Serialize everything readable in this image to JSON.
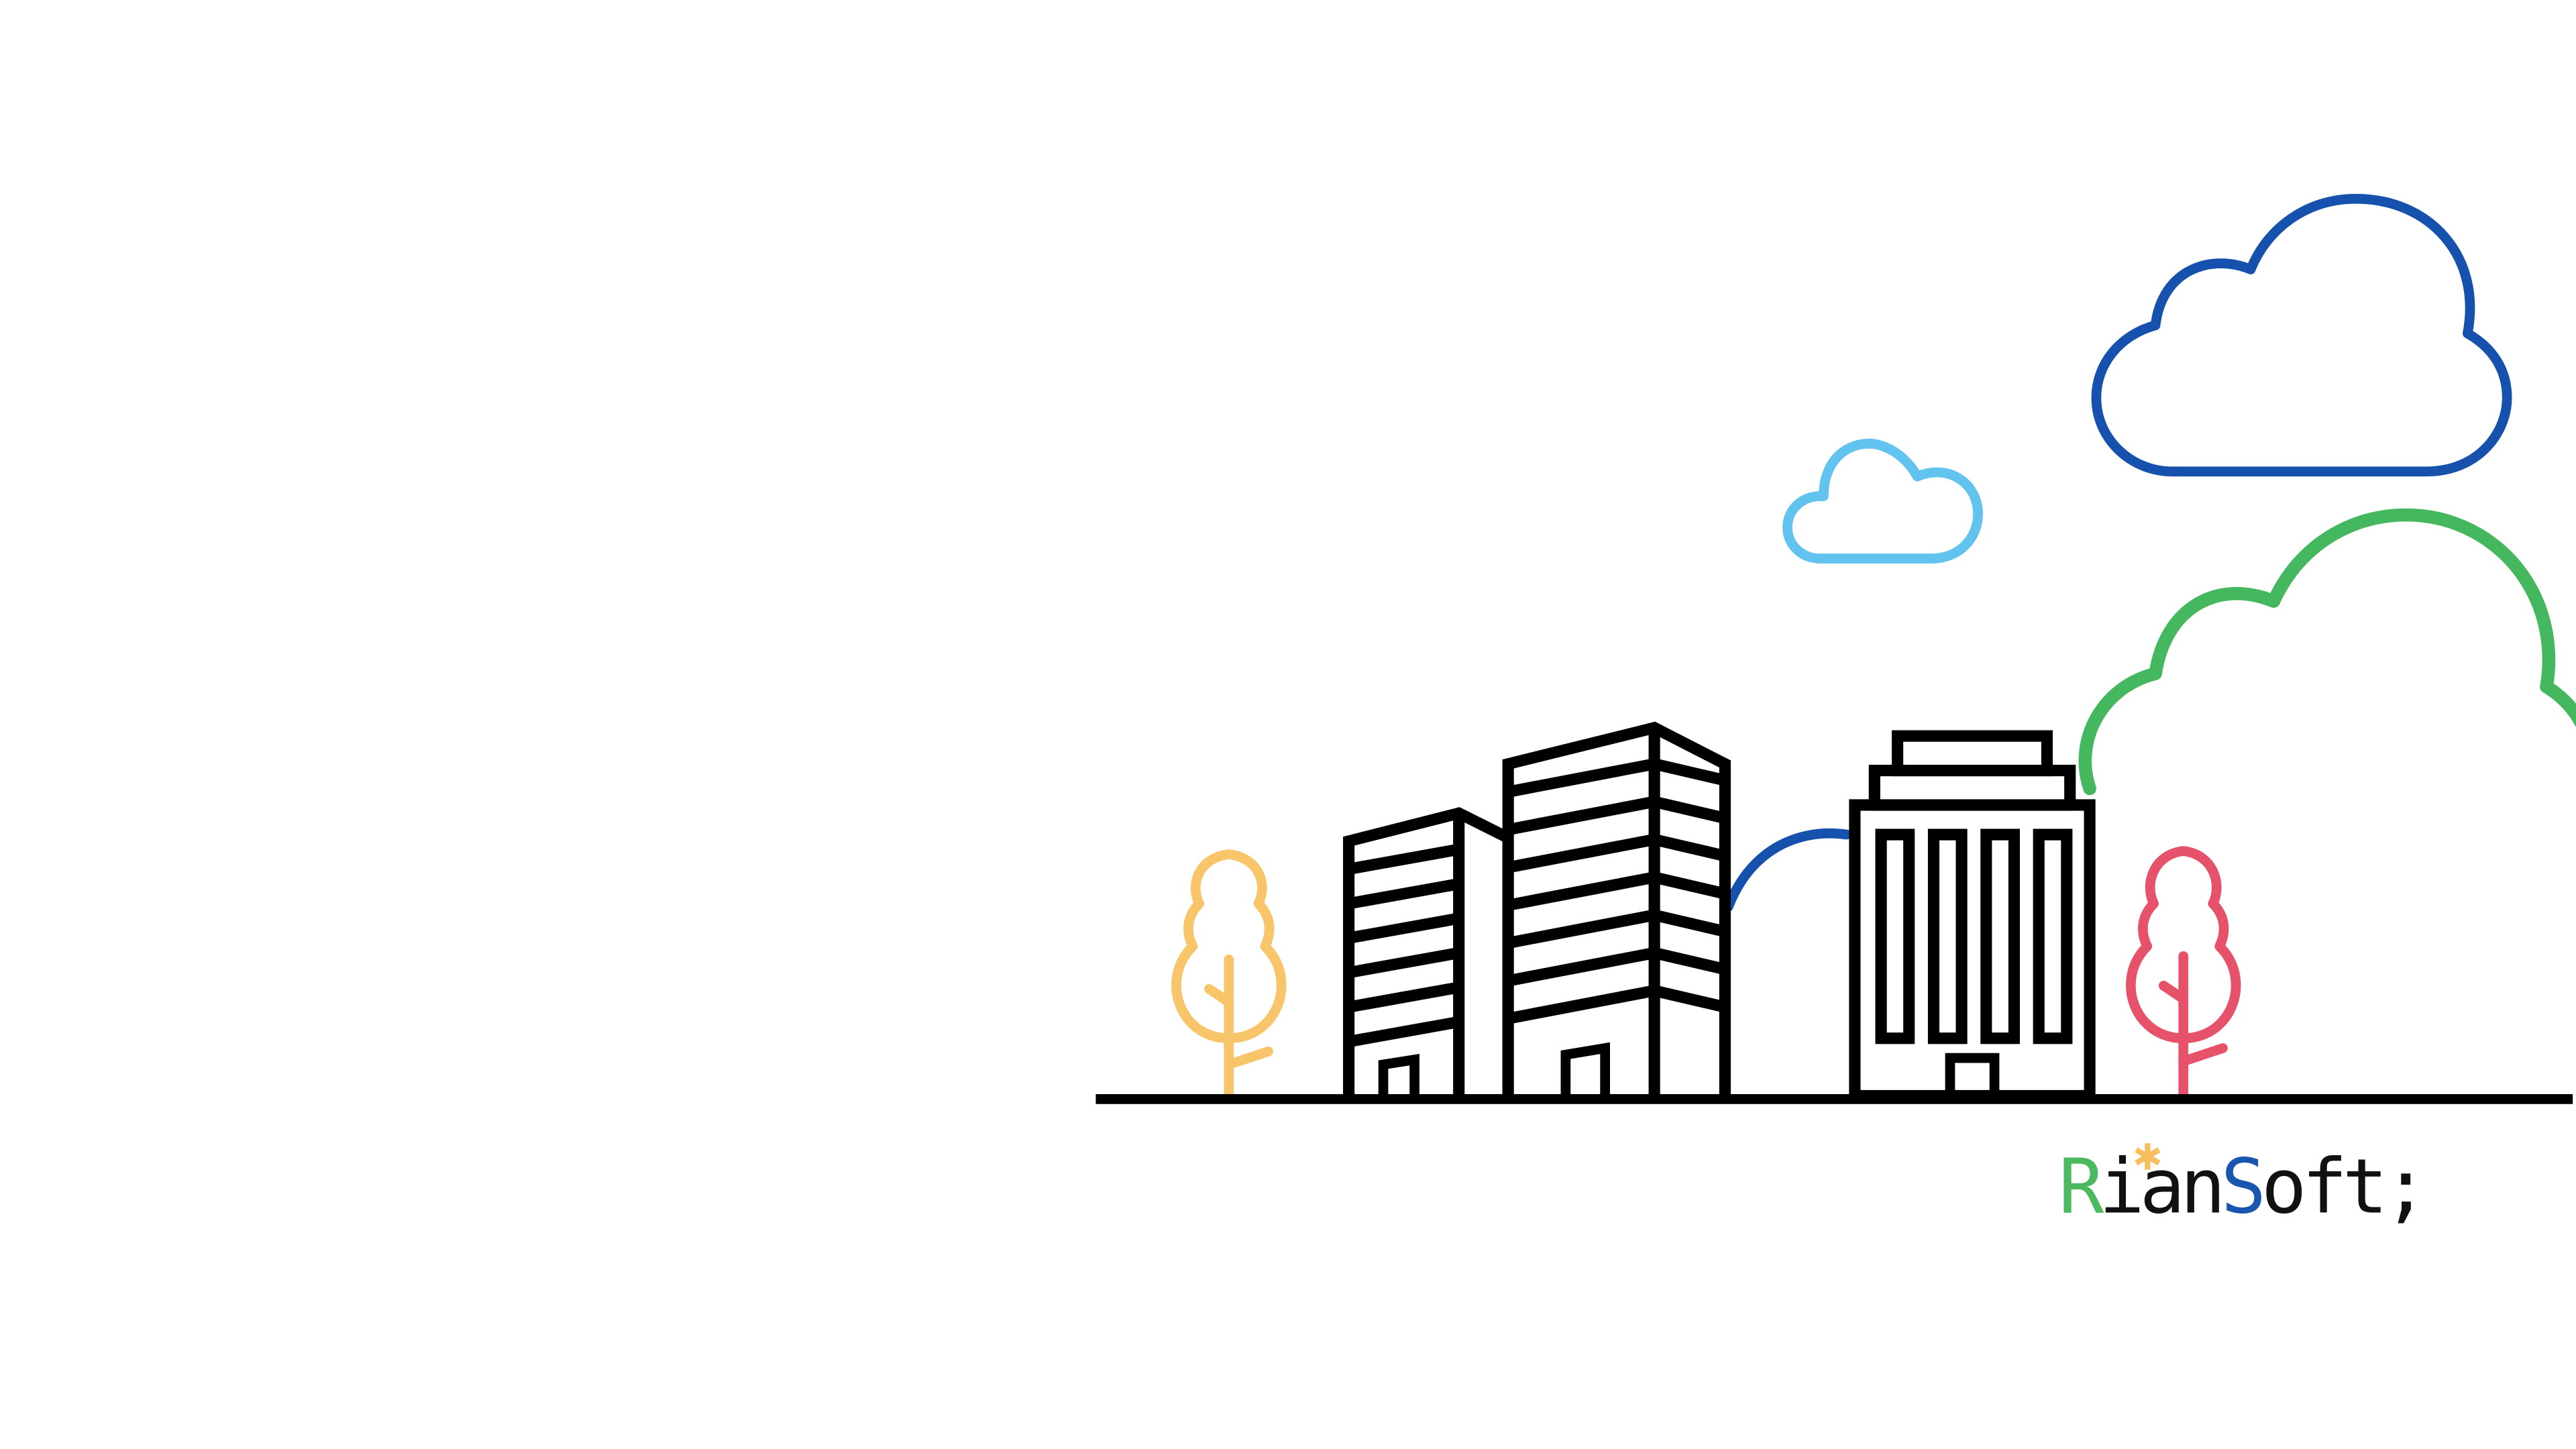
{
  "brand": {
    "logo_text": "RianSoft;",
    "letters": [
      "R",
      "i",
      "a",
      "n",
      "S",
      "o",
      "f",
      "t",
      ";"
    ],
    "letter_colors": [
      "#4cb85f",
      "#111111",
      "#111111",
      "#111111",
      "#1a56b0",
      "#111111",
      "#111111",
      "#111111",
      "#111111"
    ],
    "star_color": "#f6bf5e"
  },
  "colors": {
    "background": "#ffffff",
    "outline": "#000000",
    "cloud_dark_blue": "#1652ad",
    "cloud_light_blue": "#62c3ee",
    "cloud_green": "#45b85f",
    "tree_yellow": "#f9c56a",
    "tree_red": "#e5526a"
  },
  "icons": {
    "cloud": "cloud-icon",
    "tree": "tree-icon",
    "building": "building-icon"
  }
}
